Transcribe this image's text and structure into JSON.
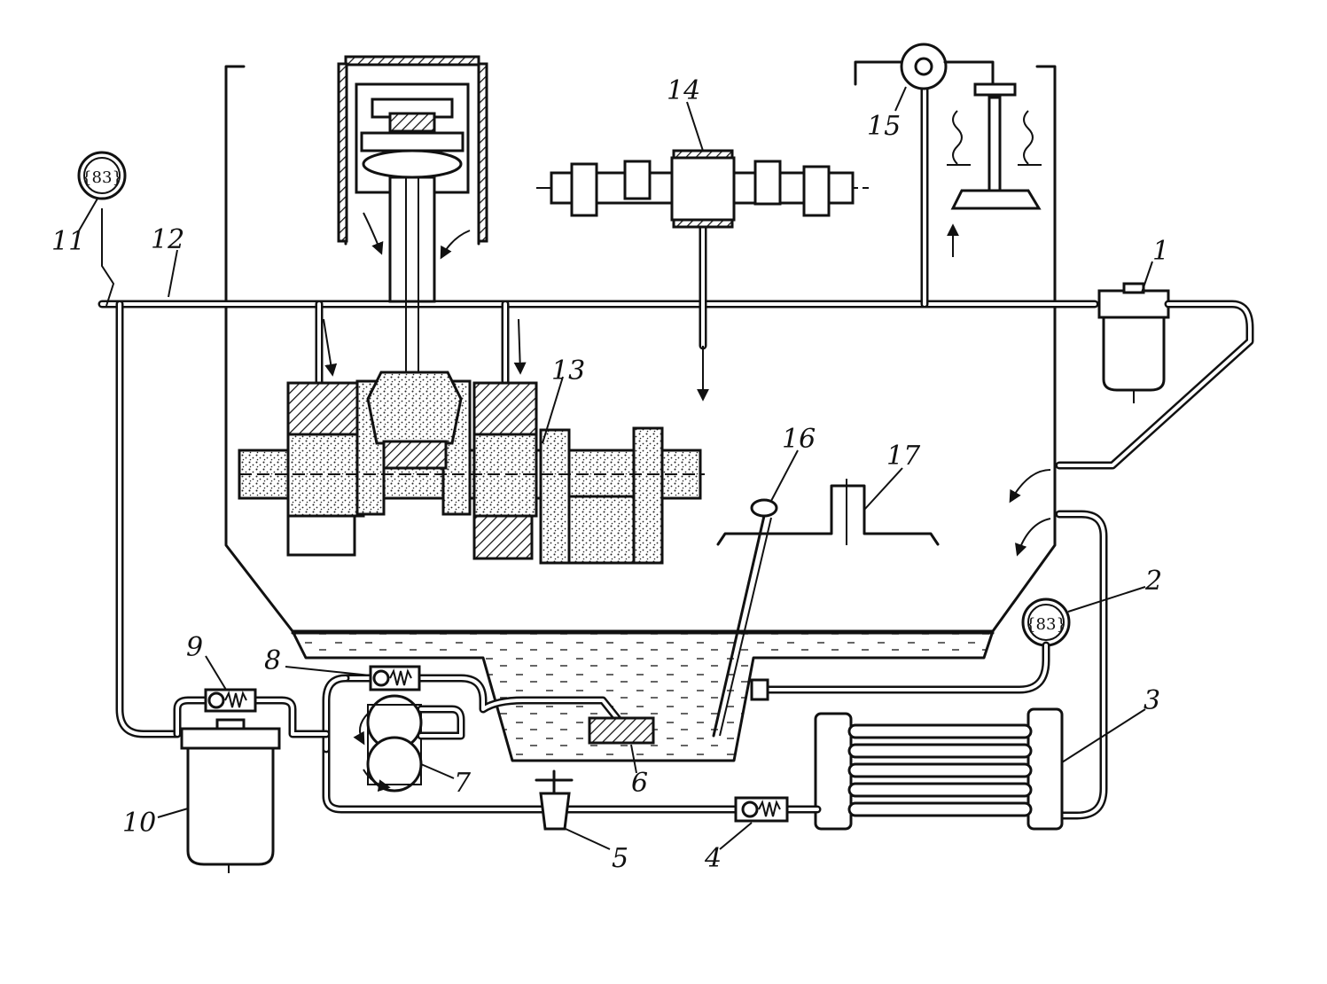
{
  "labels": {
    "l1": "1",
    "l2": "2",
    "l3": "3",
    "l4": "4",
    "l5": "5",
    "l6": "6",
    "l7": "7",
    "l8": "8",
    "l9": "9",
    "l10": "10",
    "l11": "11",
    "l12": "12",
    "l13": "13",
    "l14": "14",
    "l15": "15",
    "l16": "16",
    "l17": "17"
  },
  "gauge_glyph": "{83}"
}
